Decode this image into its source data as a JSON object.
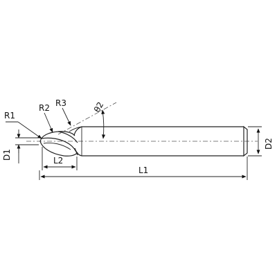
{
  "labels": {
    "r1": "R1",
    "r2": "R2",
    "r3": "R3",
    "angle": "θ2",
    "d1": "D1",
    "d2": "D2",
    "l1": "L1",
    "l2": "L2"
  },
  "colors": {
    "line": "#222222",
    "background": "#ffffff"
  }
}
